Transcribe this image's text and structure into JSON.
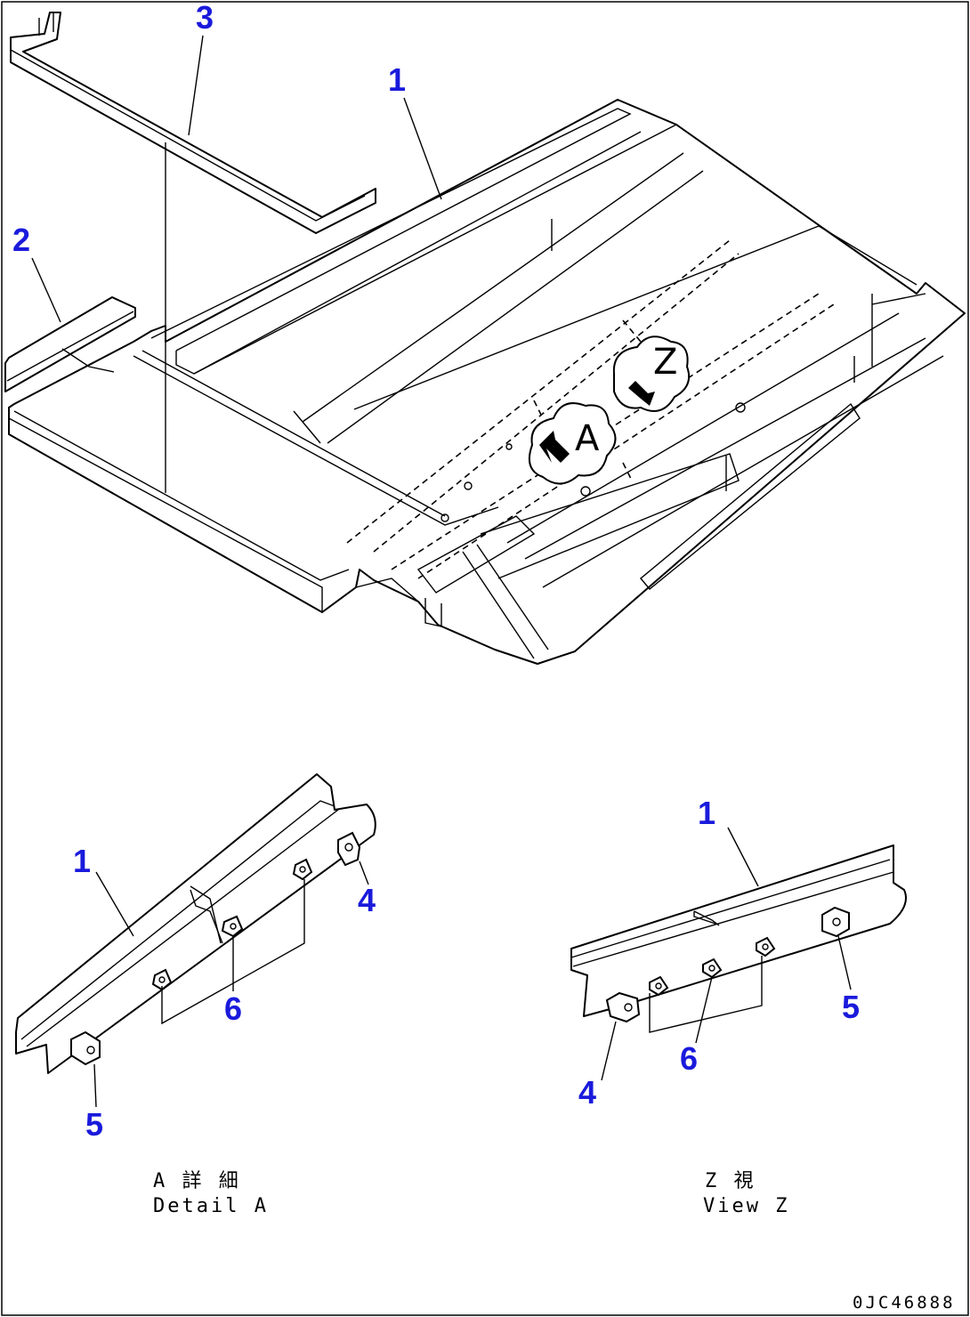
{
  "callouts": {
    "main_frame": "1",
    "main_plate": "2",
    "main_rail": "3",
    "detail_frame": "1",
    "detail_nut_top": "4",
    "detail_block": "5",
    "detail_bolt": "6",
    "view_frame": "1",
    "view_block_left": "4",
    "view_block_right": "5",
    "view_bolt": "6"
  },
  "view_markers": {
    "detail": "A",
    "view": "Z"
  },
  "captions": {
    "detail_jp": "A 詳 細",
    "detail_en": "Detail A",
    "view_jp": "Z 視",
    "view_en": "View Z"
  },
  "doc_id": "0JC46888",
  "colors": {
    "callout": "#1a1adc",
    "line": "#000000",
    "background": "#ffffff"
  }
}
